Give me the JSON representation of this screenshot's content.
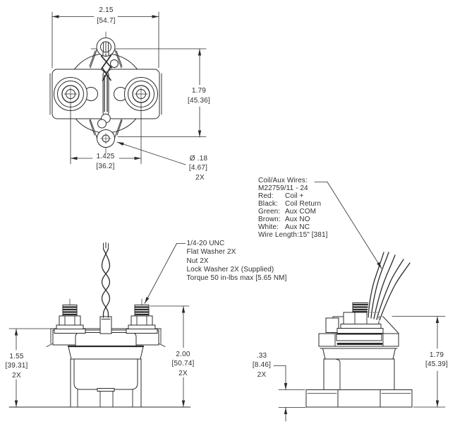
{
  "page": {
    "background": "#ffffff",
    "line_color": "#2b2b2b"
  },
  "top_view": {
    "width_in": "2.15",
    "width_mm": "[54.7]",
    "height_in": "1.79",
    "height_mm": "[45.36]",
    "terminal_spacing_in": "1.425",
    "terminal_spacing_mm": "[36.2]",
    "hole_diameter_in": "Ø .18",
    "hole_diameter_mm": "[4.67]",
    "hole_diameter_qty": "2X"
  },
  "front_view": {
    "flange_height_in": "1.55",
    "flange_height_mm": "[39.31]",
    "flange_height_qty": "2X",
    "overall_height_in": "2.00",
    "overall_height_mm": "[50.74]",
    "overall_height_qty": "2X"
  },
  "side_view": {
    "foot_height_in": ".33",
    "foot_height_mm": "[8.46]",
    "foot_height_qty": "2X",
    "height_in": "1.79",
    "height_mm": "[45.39]"
  },
  "coil_note": {
    "rows": [
      {
        "label": "Coil/Aux Wires:",
        "value": ""
      },
      {
        "label": "M22759/11 - 24",
        "value": ""
      },
      {
        "label": "Red:",
        "value": "Coil +"
      },
      {
        "label": "Black:",
        "value": "Coil Return"
      },
      {
        "label": "Green:",
        "value": "Aux COM"
      },
      {
        "label": "Brown:",
        "value": "Aux NO"
      },
      {
        "label": "White:",
        "value": "Aux NC"
      },
      {
        "label": "Wire Length:",
        "value": "15\" [381]"
      }
    ]
  },
  "hardware_note": {
    "lines": [
      "1/4-20 UNC",
      "Flat Washer 2X",
      "Nut 2X",
      "Lock Washer 2X (Supplied)",
      "Torque 50 in-lbs max [5.65 NM]"
    ]
  }
}
